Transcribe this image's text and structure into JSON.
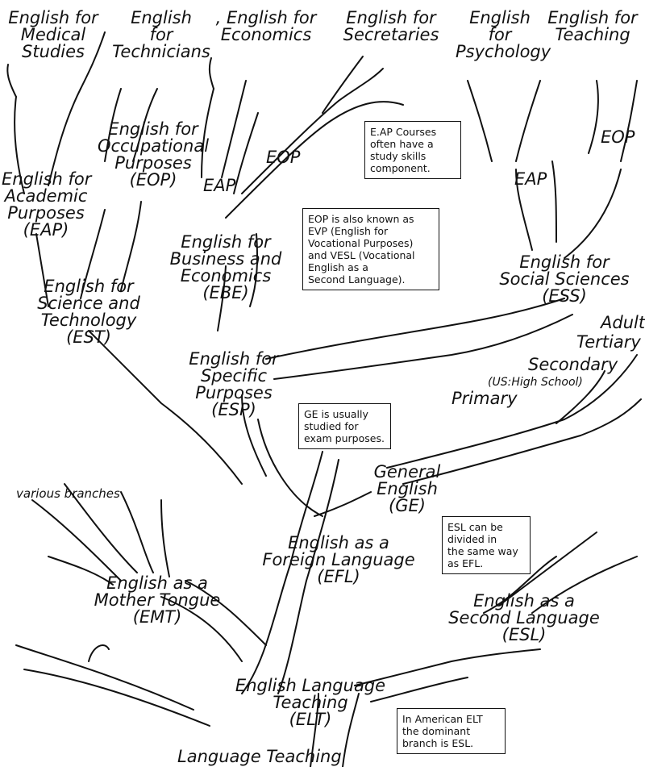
{
  "labels": {
    "medical": [
      "English for",
      "Medical",
      "Studies"
    ],
    "technicians": [
      "English",
      "for",
      "Technicians"
    ],
    "economics": [
      ", English for",
      "Economics"
    ],
    "secretaries": [
      "English for",
      "Secretaries"
    ],
    "psychology": [
      "English",
      "for",
      "Psychology"
    ],
    "teaching": [
      "English for",
      "Teaching"
    ],
    "eop_top_right": "EOP",
    "eop_mid": "EOP",
    "eap_mid": "EAP",
    "eap_right": "EAP",
    "occupational": [
      "English for",
      "Occupational",
      "Purposes",
      "(EOP)"
    ],
    "academic": [
      "English for",
      "Academic",
      "Purposes",
      "(EAP)"
    ],
    "business": [
      "English for",
      "Business and",
      "Economics",
      "(EBE)"
    ],
    "social": [
      "English for",
      "Social Sciences",
      "(ESS)"
    ],
    "science": [
      "English for",
      "Science and",
      "Technology",
      "(EST)"
    ],
    "specific": [
      "English for",
      "Specific",
      "Purposes",
      "(ESP)"
    ],
    "adult": "Adult",
    "tertiary": "Tertiary",
    "secondary": "Secondary",
    "us_high": "(US:High School)",
    "primary": "Primary",
    "general": [
      "General",
      "English",
      "(GE)"
    ],
    "various": "various branches",
    "efl": [
      "English as a",
      "Foreign Language",
      "(EFL)"
    ],
    "emt": [
      "English as a",
      "Mother Tongue",
      "(EMT)"
    ],
    "esl": [
      "English as a",
      "Second Language",
      "(ESL)"
    ],
    "elt": [
      "English Language",
      "Teaching",
      "(ELT)"
    ],
    "bottom": "Language Teaching"
  },
  "notes": {
    "eap_courses": [
      "E.AP Courses",
      "often have a",
      "study skills",
      "component."
    ],
    "eop_known": [
      "EOP is also known as",
      "EVP (English for",
      "Vocational Purposes)",
      "and VESL (Vocational",
      "English as a",
      "Second Language)."
    ],
    "ge": [
      "GE is usually",
      "studied for",
      "exam purposes."
    ],
    "esl_divided": [
      "ESL can be",
      "divided in",
      "the same way",
      "as EFL."
    ],
    "american": [
      "In American ELT",
      "the dominant",
      "branch is ESL."
    ]
  }
}
